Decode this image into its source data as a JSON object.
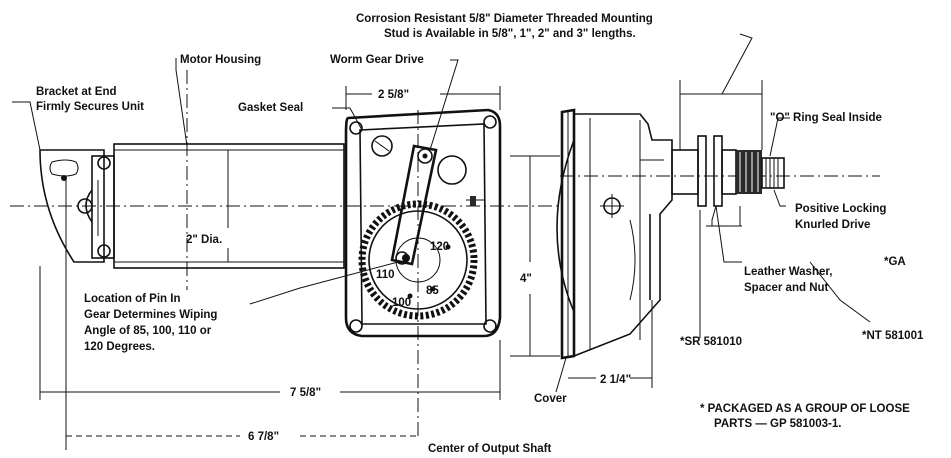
{
  "labels": {
    "corrosion_line1": "Corrosion Resistant 5/8\" Diameter Threaded Mounting",
    "corrosion_line2": "Stud is Available in 5/8\", 1\", 2\" and 3\" lengths.",
    "motor_housing": "Motor Housing",
    "worm_gear_drive": "Worm Gear Drive",
    "bracket_line1": "Bracket at End",
    "bracket_line2": "Firmly Secures Unit",
    "gasket_seal": "Gasket Seal",
    "dim_2_5_8": "2 5/8\"",
    "o_ring_seal": "\"O\" Ring Seal Inside",
    "positive_locking_line1": "Positive Locking",
    "positive_locking_line2": "Knurled Drive",
    "dia": "2\" Dia.",
    "leather_line1": "Leather Washer,",
    "leather_line2": "Spacer and Nut",
    "ga": "*GA",
    "pin_line1": "Location of Pin In",
    "pin_line2": "Gear Determines Wiping",
    "pin_line3": "Angle of 85, 100, 110 or",
    "pin_line4": "120 Degrees.",
    "dim_4": "4\"",
    "sr_part": "*SR 581010",
    "nt_part": "*NT 581001",
    "dim_7_5_8": "7 5/8\"",
    "dim_2_1_4": "2 1/4\"",
    "cover": "Cover",
    "packaged_line1": "* PACKAGED AS A GROUP OF LOOSE",
    "packaged_line2": "PARTS — GP 581003-1.",
    "dim_6_7_8": "6 7/8\"",
    "center_output": "Center of Output Shaft",
    "angle_120": "120",
    "angle_110": "110",
    "angle_85": "85",
    "angle_100": "100"
  }
}
